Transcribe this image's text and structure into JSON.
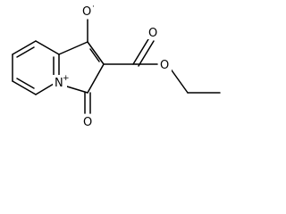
{
  "molecule": {
    "atoms": {
      "o_radical": {
        "symbol": "O",
        "mark": "·"
      },
      "o_keto": {
        "symbol": "O"
      },
      "o_ester_carbonyl": {
        "symbol": "O"
      },
      "o_ester_ether": {
        "symbol": "O"
      },
      "n_ring": {
        "symbol": "N",
        "mark": "+"
      }
    }
  },
  "colors": {
    "ink": "#000000",
    "background": "#ffffff"
  }
}
